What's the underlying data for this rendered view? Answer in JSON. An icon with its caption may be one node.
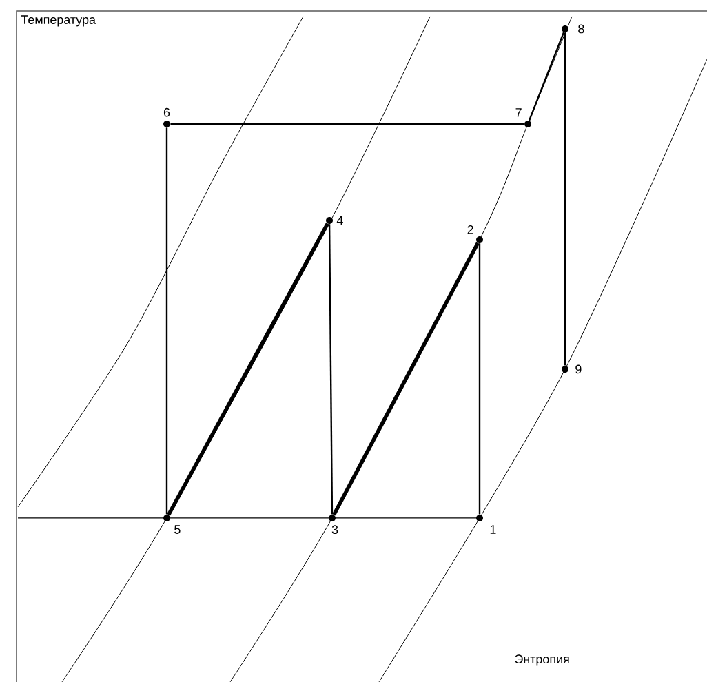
{
  "diagram": {
    "nodes": [
      {
        "text": [],
        "shape": "circle",
        "beside": [
          "1"
        ]
      },
      {
        "text": [],
        "shape": "circle",
        "beside": [
          "2"
        ]
      },
      {
        "text": [],
        "shape": "circle",
        "beside": [
          "3"
        ]
      },
      {
        "text": [],
        "shape": "circle",
        "beside": [
          "4"
        ]
      },
      {
        "text": [],
        "shape": "circle",
        "beside": [
          "5"
        ]
      },
      {
        "text": [],
        "shape": "circle",
        "beside": [
          "6"
        ]
      },
      {
        "text": [],
        "shape": "circle",
        "beside": [
          "7"
        ]
      },
      {
        "text": [],
        "shape": "circle",
        "beside": [
          "8"
        ]
      },
      {
        "text": [],
        "shape": "circle",
        "beside": [
          "9"
        ]
      }
    ],
    "edges": [
      {
        "from": 0,
        "to": 1,
        "arrow": "none"
      },
      {
        "from": 1,
        "to": 2,
        "arrow": "none",
        "style": "thick"
      },
      {
        "from": 2,
        "to": 3,
        "arrow": "none"
      },
      {
        "from": 3,
        "to": 4,
        "arrow": "none",
        "style": "thick"
      },
      {
        "from": 4,
        "to": 5,
        "arrow": "none"
      },
      {
        "from": 5,
        "to": 6,
        "arrow": "none"
      },
      {
        "from": 6,
        "to": 7,
        "arrow": "none"
      },
      {
        "from": 7,
        "to": 8,
        "arrow": "none"
      }
    ],
    "labels": [
      "Температура",
      "Энтропия"
    ]
  }
}
